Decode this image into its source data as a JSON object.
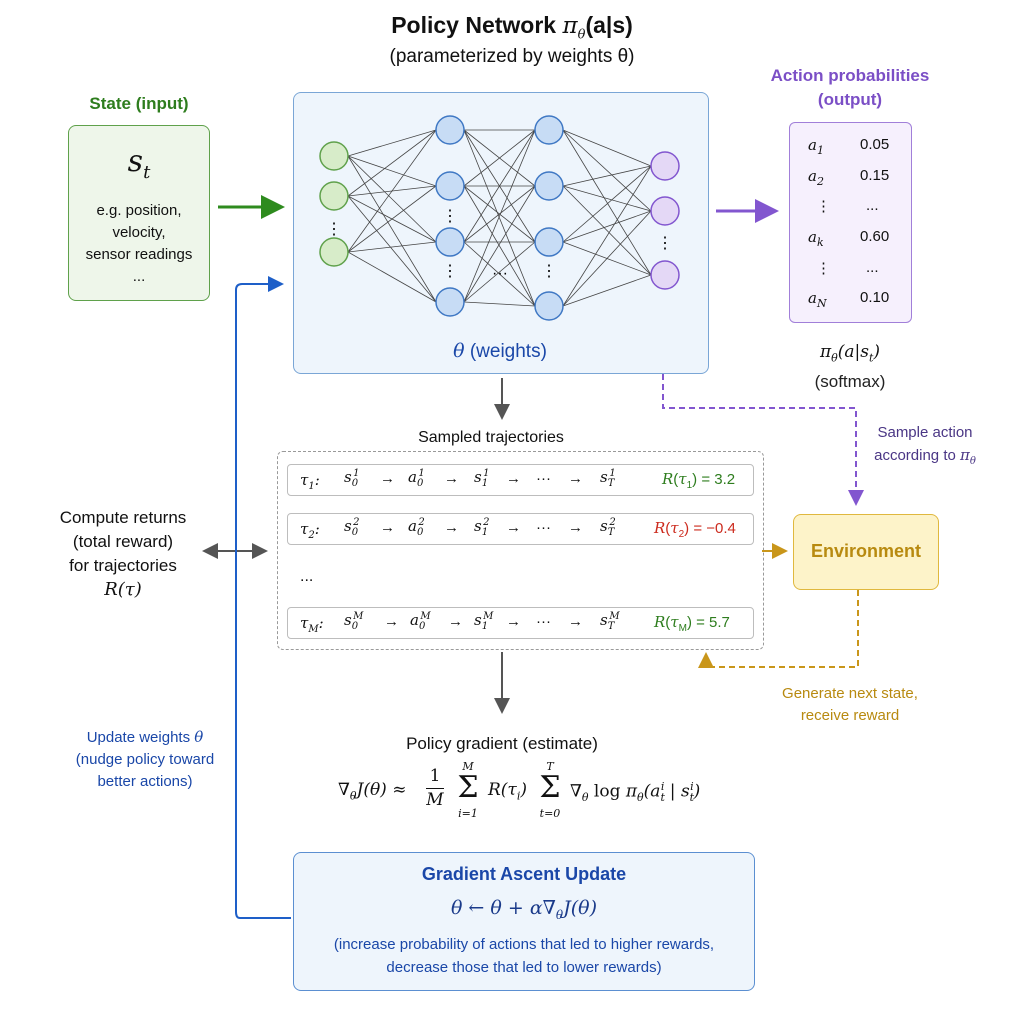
{
  "title": "Policy Network πθ(a|s)",
  "subtitle": "(parameterized by weights θ)",
  "state": {
    "header": "State (input)",
    "symbol": "st",
    "desc_lines": [
      "e.g. position,",
      "velocity,",
      "sensor readings",
      "..."
    ]
  },
  "network": {
    "weights_label": "θ (weights)",
    "dots_vertical": "⋮",
    "dots_horizontal": "···"
  },
  "output": {
    "header_line1": "Action probabilities",
    "header_line2": "(output)",
    "rows": [
      {
        "label": "a1",
        "value": "0.05"
      },
      {
        "label": "a2",
        "value": "0.15"
      },
      {
        "label": "⋮",
        "value": "..."
      },
      {
        "label": "ak",
        "value": "0.60"
      },
      {
        "label": "⋮",
        "value": "..."
      },
      {
        "label": "aN",
        "value": "0.10"
      }
    ],
    "formula": "πθ(a|st)",
    "note": "(softmax)"
  },
  "trajectories": {
    "header": "Sampled trajectories",
    "rows": [
      {
        "tau": "τ1:",
        "seq": "s01 → a01 → s11 → ··· → sT1",
        "reward": "R(τ1) = 3.2",
        "sign": "positive"
      },
      {
        "tau": "τ2:",
        "seq": "s02 → a02 → s12 → ··· → sT2",
        "reward": "R(τ2) = −0.4",
        "sign": "negative"
      },
      {
        "tau": "τM:",
        "seq": "s0M → a0M → s1M → ··· → sTM",
        "reward": "R(τM) = 5.7",
        "sign": "positive"
      }
    ],
    "ellipsis": "..."
  },
  "returns": {
    "lines": [
      "Compute returns",
      "(total reward)",
      "for trajectories"
    ],
    "formula": "R(τ)"
  },
  "sample_action": {
    "line1": "Sample action",
    "line2": "according to πθ"
  },
  "environment": {
    "label": "Environment"
  },
  "generate": {
    "line1": "Generate next state,",
    "line2": "receive reward"
  },
  "update_weights": {
    "line1": "Update weights θ",
    "line2": "(nudge policy toward",
    "line3": "better actions)"
  },
  "gradient": {
    "header": "Policy gradient (estimate)",
    "formula": "∇θJ(θ) ≈ (1/M) Σi=1..M R(τi) Σt=0..T ∇θ log πθ(ati | sti)"
  },
  "update": {
    "title": "Gradient Ascent Update",
    "formula": "θ ← θ + α∇θJ(θ)",
    "note_line1": "(increase probability of actions that led to higher rewards,",
    "note_line2": "decrease those that led to lower rewards)"
  },
  "colors": {
    "green": "#2e7d1e",
    "purple": "#7b4fc6",
    "blue": "#1a47a8",
    "gold": "#b88a10",
    "red": "#cc2b1e"
  }
}
